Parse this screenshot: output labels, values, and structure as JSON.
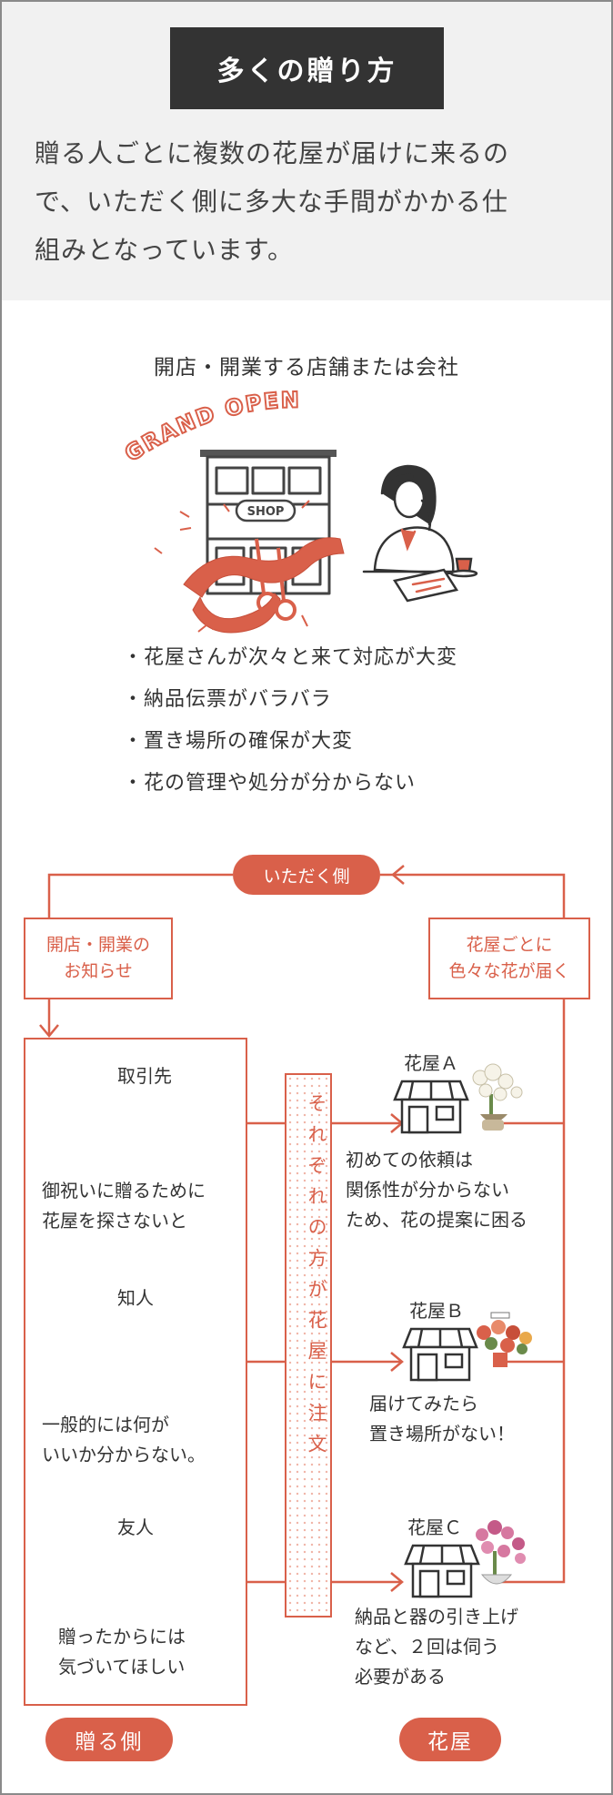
{
  "header": {
    "title": "多くの贈り方",
    "intro_lines": [
      "贈る人ごとに複数の花屋が届けに来るの",
      "で、いただく側に多大な手間がかかる仕",
      "組みとなっています。"
    ]
  },
  "shop": {
    "heading": "開店・開業する店舗または会社",
    "banner_text": "GRAND OPEN",
    "sign_text": "SHOP"
  },
  "problems": [
    "・花屋さんが次々と来て対応が大変",
    "・納品伝票がバラバラ",
    "・置き場所の確保が大変",
    "・花の管理や処分が分からない"
  ],
  "flow": {
    "receiving_side_label": "いただく側",
    "left_note_lines": [
      "開店・開業の",
      "お知らせ"
    ],
    "right_note_lines": [
      "花屋ごとに",
      "色々な花が届く"
    ],
    "order_text": "それぞれの方が花屋に注文",
    "givers": [
      {
        "name": "取引先",
        "quote_lines": [
          "御祝いに贈るために",
          "花屋を探さないと"
        ]
      },
      {
        "name": "知人",
        "quote_lines": [
          "一般的には何が",
          "いいか分からない。"
        ]
      },
      {
        "name": "友人",
        "quote_lines": [
          "贈ったからには",
          "気づいてほしい"
        ]
      }
    ],
    "florists": [
      {
        "name": "花屋Ａ",
        "note_lines": [
          "初めての依頼は",
          "関係性が分からない",
          "ため、花の提案に困る"
        ]
      },
      {
        "name": "花屋Ｂ",
        "note_lines": [
          "届けてみたら",
          "置き場所がない！"
        ]
      },
      {
        "name": "花屋Ｃ",
        "note_lines": [
          "納品と器の引き上げ",
          "など、２回は伺う",
          "必要がある"
        ]
      }
    ],
    "giver_side_label": "贈る側",
    "florist_side_label": "花屋"
  },
  "colors": {
    "accent": "#d9604a",
    "dark": "#333333",
    "header_bg": "#f1f1f1"
  }
}
